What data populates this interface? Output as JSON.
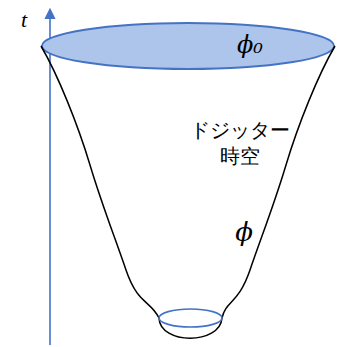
{
  "diagram": {
    "nodes": [
      {
        "text": [
          "ドジッター 時空",
          "ϕ"
        ]
      },
      {
        "text": [
          "ϕ₀"
        ],
        "in": 0
      }
    ],
    "labels": [
      "t"
    ]
  }
}
